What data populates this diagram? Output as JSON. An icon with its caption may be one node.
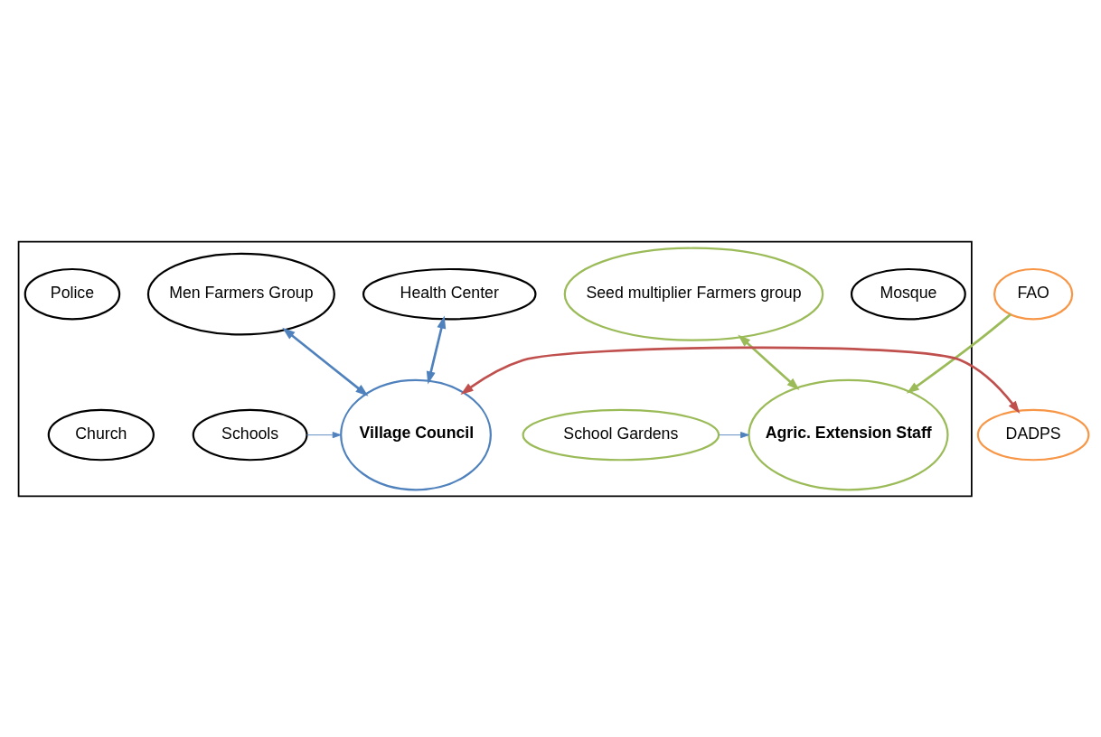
{
  "diagram": {
    "nodes": [
      {
        "text": [],
        "shape": "box"
      },
      {
        "text": [
          "Mosque"
        ],
        "in": 0
      },
      {
        "text": [
          "FAO"
        ]
      },
      {
        "text": [
          "Health Center"
        ],
        "in": 0
      },
      {
        "text": [
          "Men Farmers Group"
        ],
        "in": 0
      },
      {
        "text": [
          "Seed multiplier Farmers group"
        ],
        "in": 0
      },
      {
        "text": [
          "Police"
        ],
        "in": 0
      },
      {
        "text": [
          "Village Council"
        ],
        "in": 0
      },
      {
        "text": [
          "Agric. Extension Staff"
        ],
        "in": 0
      },
      {
        "text": [
          "DADPS"
        ]
      },
      {
        "text": [
          "Schools"
        ],
        "in": 0
      },
      {
        "text": [
          "School Gardens"
        ],
        "in": 0
      },
      {
        "text": [
          "Church"
        ],
        "in": 0
      }
    ],
    "edges": [
      {
        "from": 3,
        "to": 7,
        "arrow": "both",
        "color": "#4f81bd"
      },
      {
        "from": 4,
        "to": 7,
        "arrow": "both",
        "color": "#4f81bd"
      },
      {
        "from": 2,
        "to": 8,
        "arrow": "to",
        "color": "#9bbb59"
      },
      {
        "from": 5,
        "to": 8,
        "arrow": "both",
        "color": "#9bbb59"
      },
      {
        "from": 9,
        "to": 7,
        "arrow": "both",
        "color": "#c0504d"
      },
      {
        "from": 10,
        "to": 7,
        "arrow": "to",
        "color": "#4f81bd"
      },
      {
        "from": 11,
        "to": 8,
        "arrow": "to",
        "color": "#4f81bd"
      }
    ]
  }
}
